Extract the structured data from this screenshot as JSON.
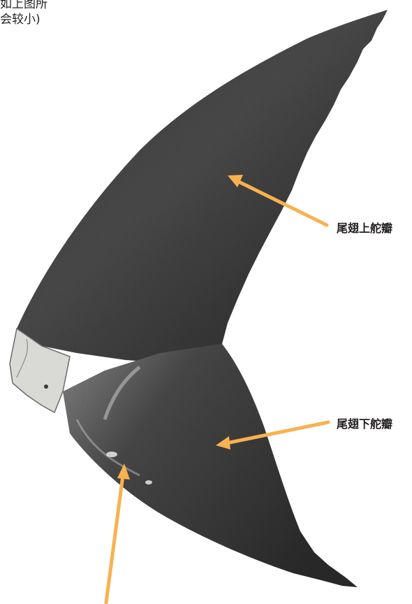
{
  "caption": {
    "line1": "如上图所",
    "line2": "会较小)"
  },
  "labels": {
    "upper_lobe": "尾翅上舵瓣",
    "lower_lobe": "尾翅下舵瓣"
  },
  "colors": {
    "arrow": "#f7b250",
    "fin_dark": "#2f2f2f",
    "fin_mid": "#5a5a5a",
    "text": "#231f20"
  }
}
